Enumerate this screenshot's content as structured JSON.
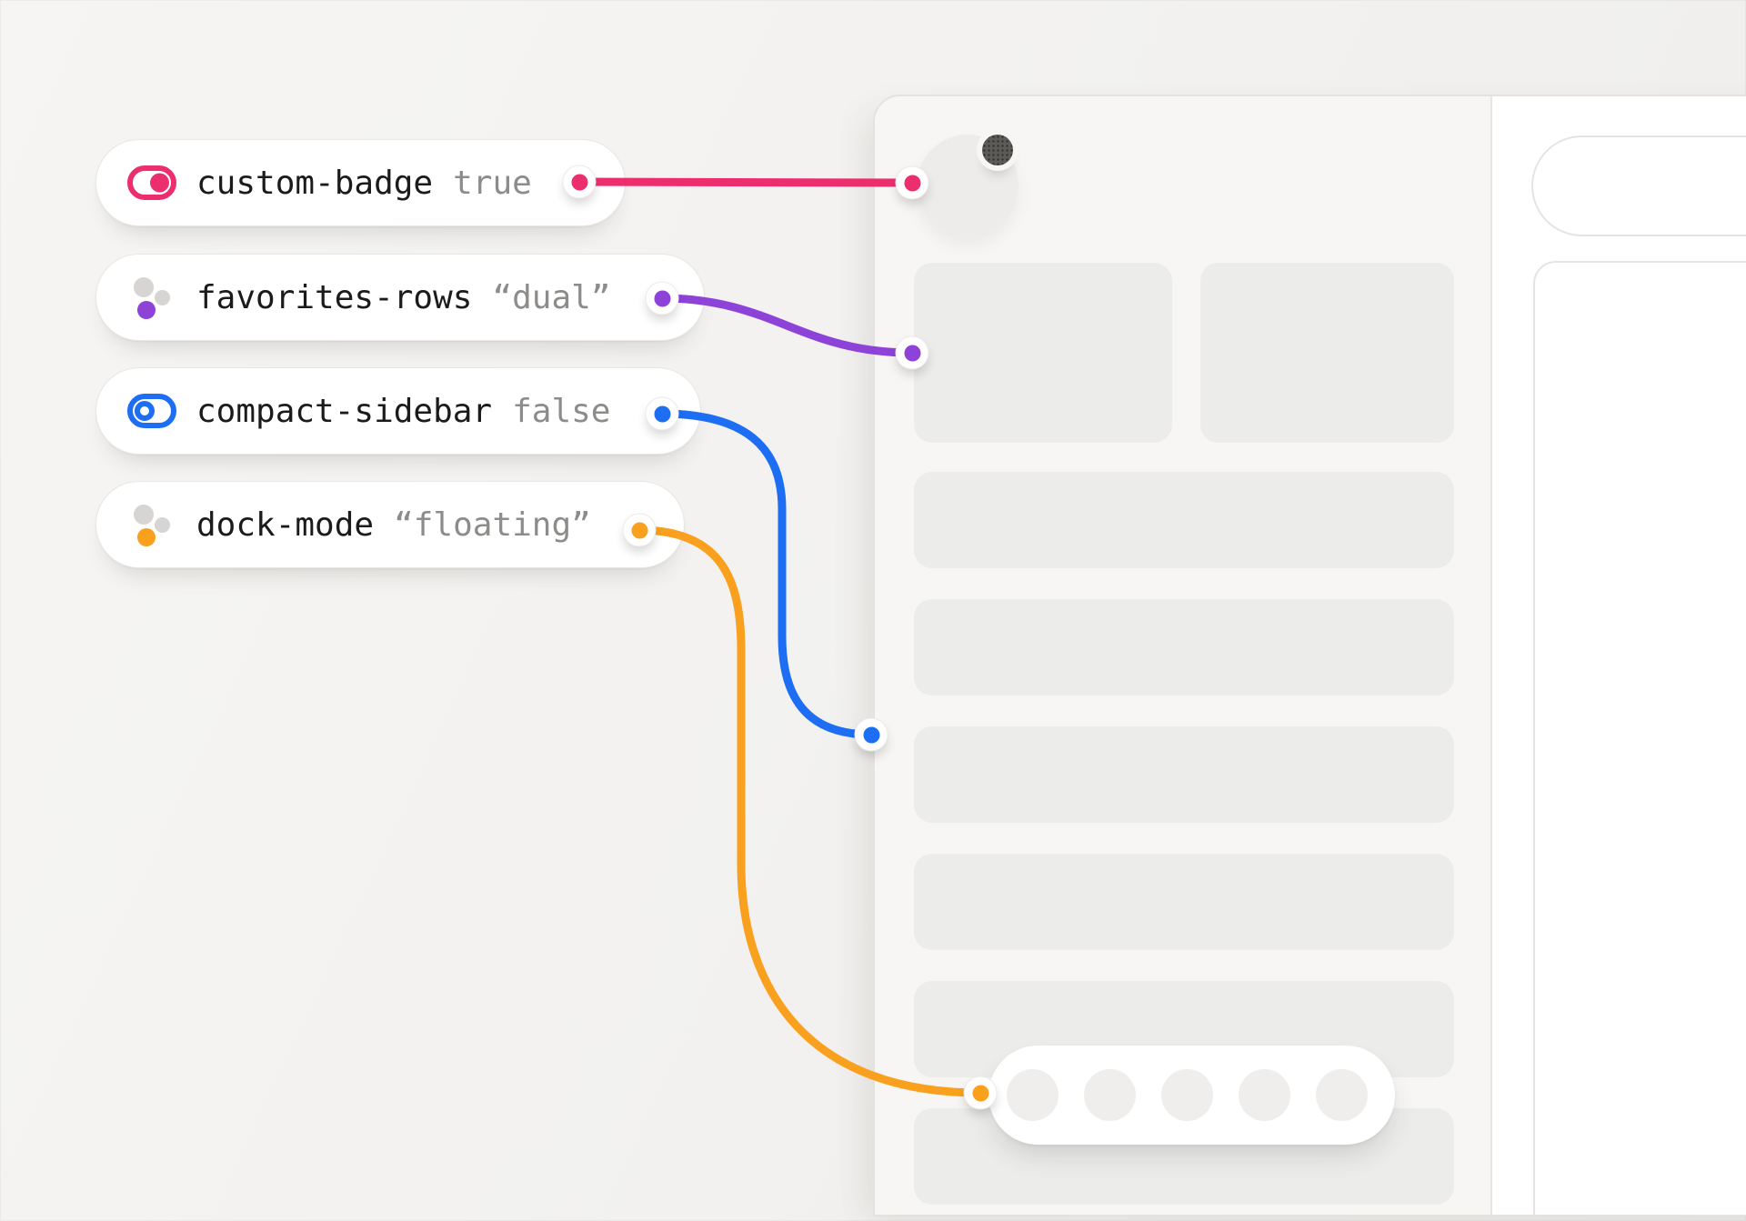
{
  "illustration": {
    "title": "settings-to-ui mapping mockup",
    "settings_pills": [
      {
        "name": "custom-badge",
        "value": "true",
        "accent": "#ED2E6E",
        "icon": "toggle-on"
      },
      {
        "name": "favorites-rows",
        "value": "“dual”",
        "accent": "#8E43D8",
        "icon": "dots-cluster"
      },
      {
        "name": "compact-sidebar",
        "value": "false",
        "accent": "#1D6EF2",
        "icon": "toggle-off"
      },
      {
        "name": "dock-mode",
        "value": "“floating”",
        "accent": "#F9A11F",
        "icon": "dots-cluster"
      }
    ],
    "colors": {
      "page_bg": "#f2f1ef",
      "window_bg": "#ffffff",
      "sidebar_bg": "#f7f6f4",
      "placeholder": "#ececea",
      "border": "#e6e4e1",
      "text_primary": "#1b1b1b",
      "text_value": "#8d8c8a",
      "badge": "#5d5b58",
      "pink": "#ED2E6E",
      "purple": "#8E43D8",
      "blue": "#1D6EF2",
      "amber": "#F9A11F"
    },
    "mockup": {
      "sidebar_placeholder_rows": 6,
      "favorites_tiles": 2,
      "dock_circles": 5,
      "has_avatar": true,
      "has_notification_badge": true
    }
  }
}
